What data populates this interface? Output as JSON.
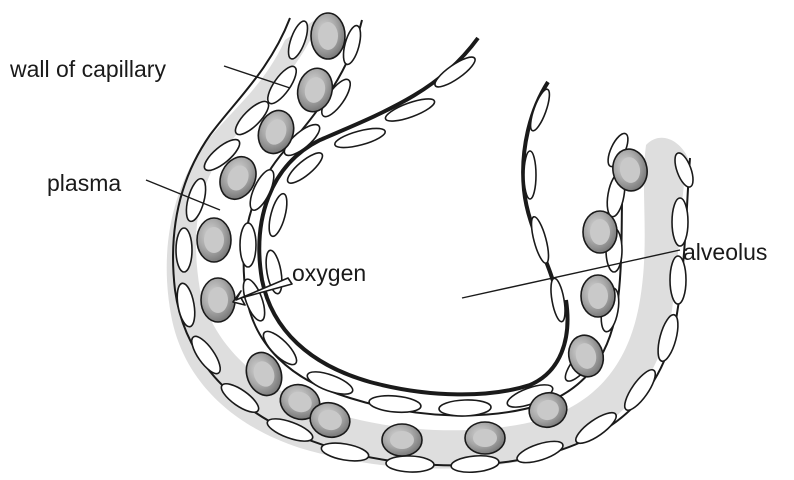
{
  "labels": {
    "wall_of_capillary": "wall of capillary",
    "plasma": "plasma",
    "oxygen": "oxygen",
    "alveolus": "alveolus"
  },
  "colors": {
    "plasma_fill": "#dedede",
    "rbc_outer": "#8e8e8e",
    "rbc_inner": "#c9c9c9",
    "outline": "#1a1a1a",
    "cell_fill": "#ffffff"
  }
}
